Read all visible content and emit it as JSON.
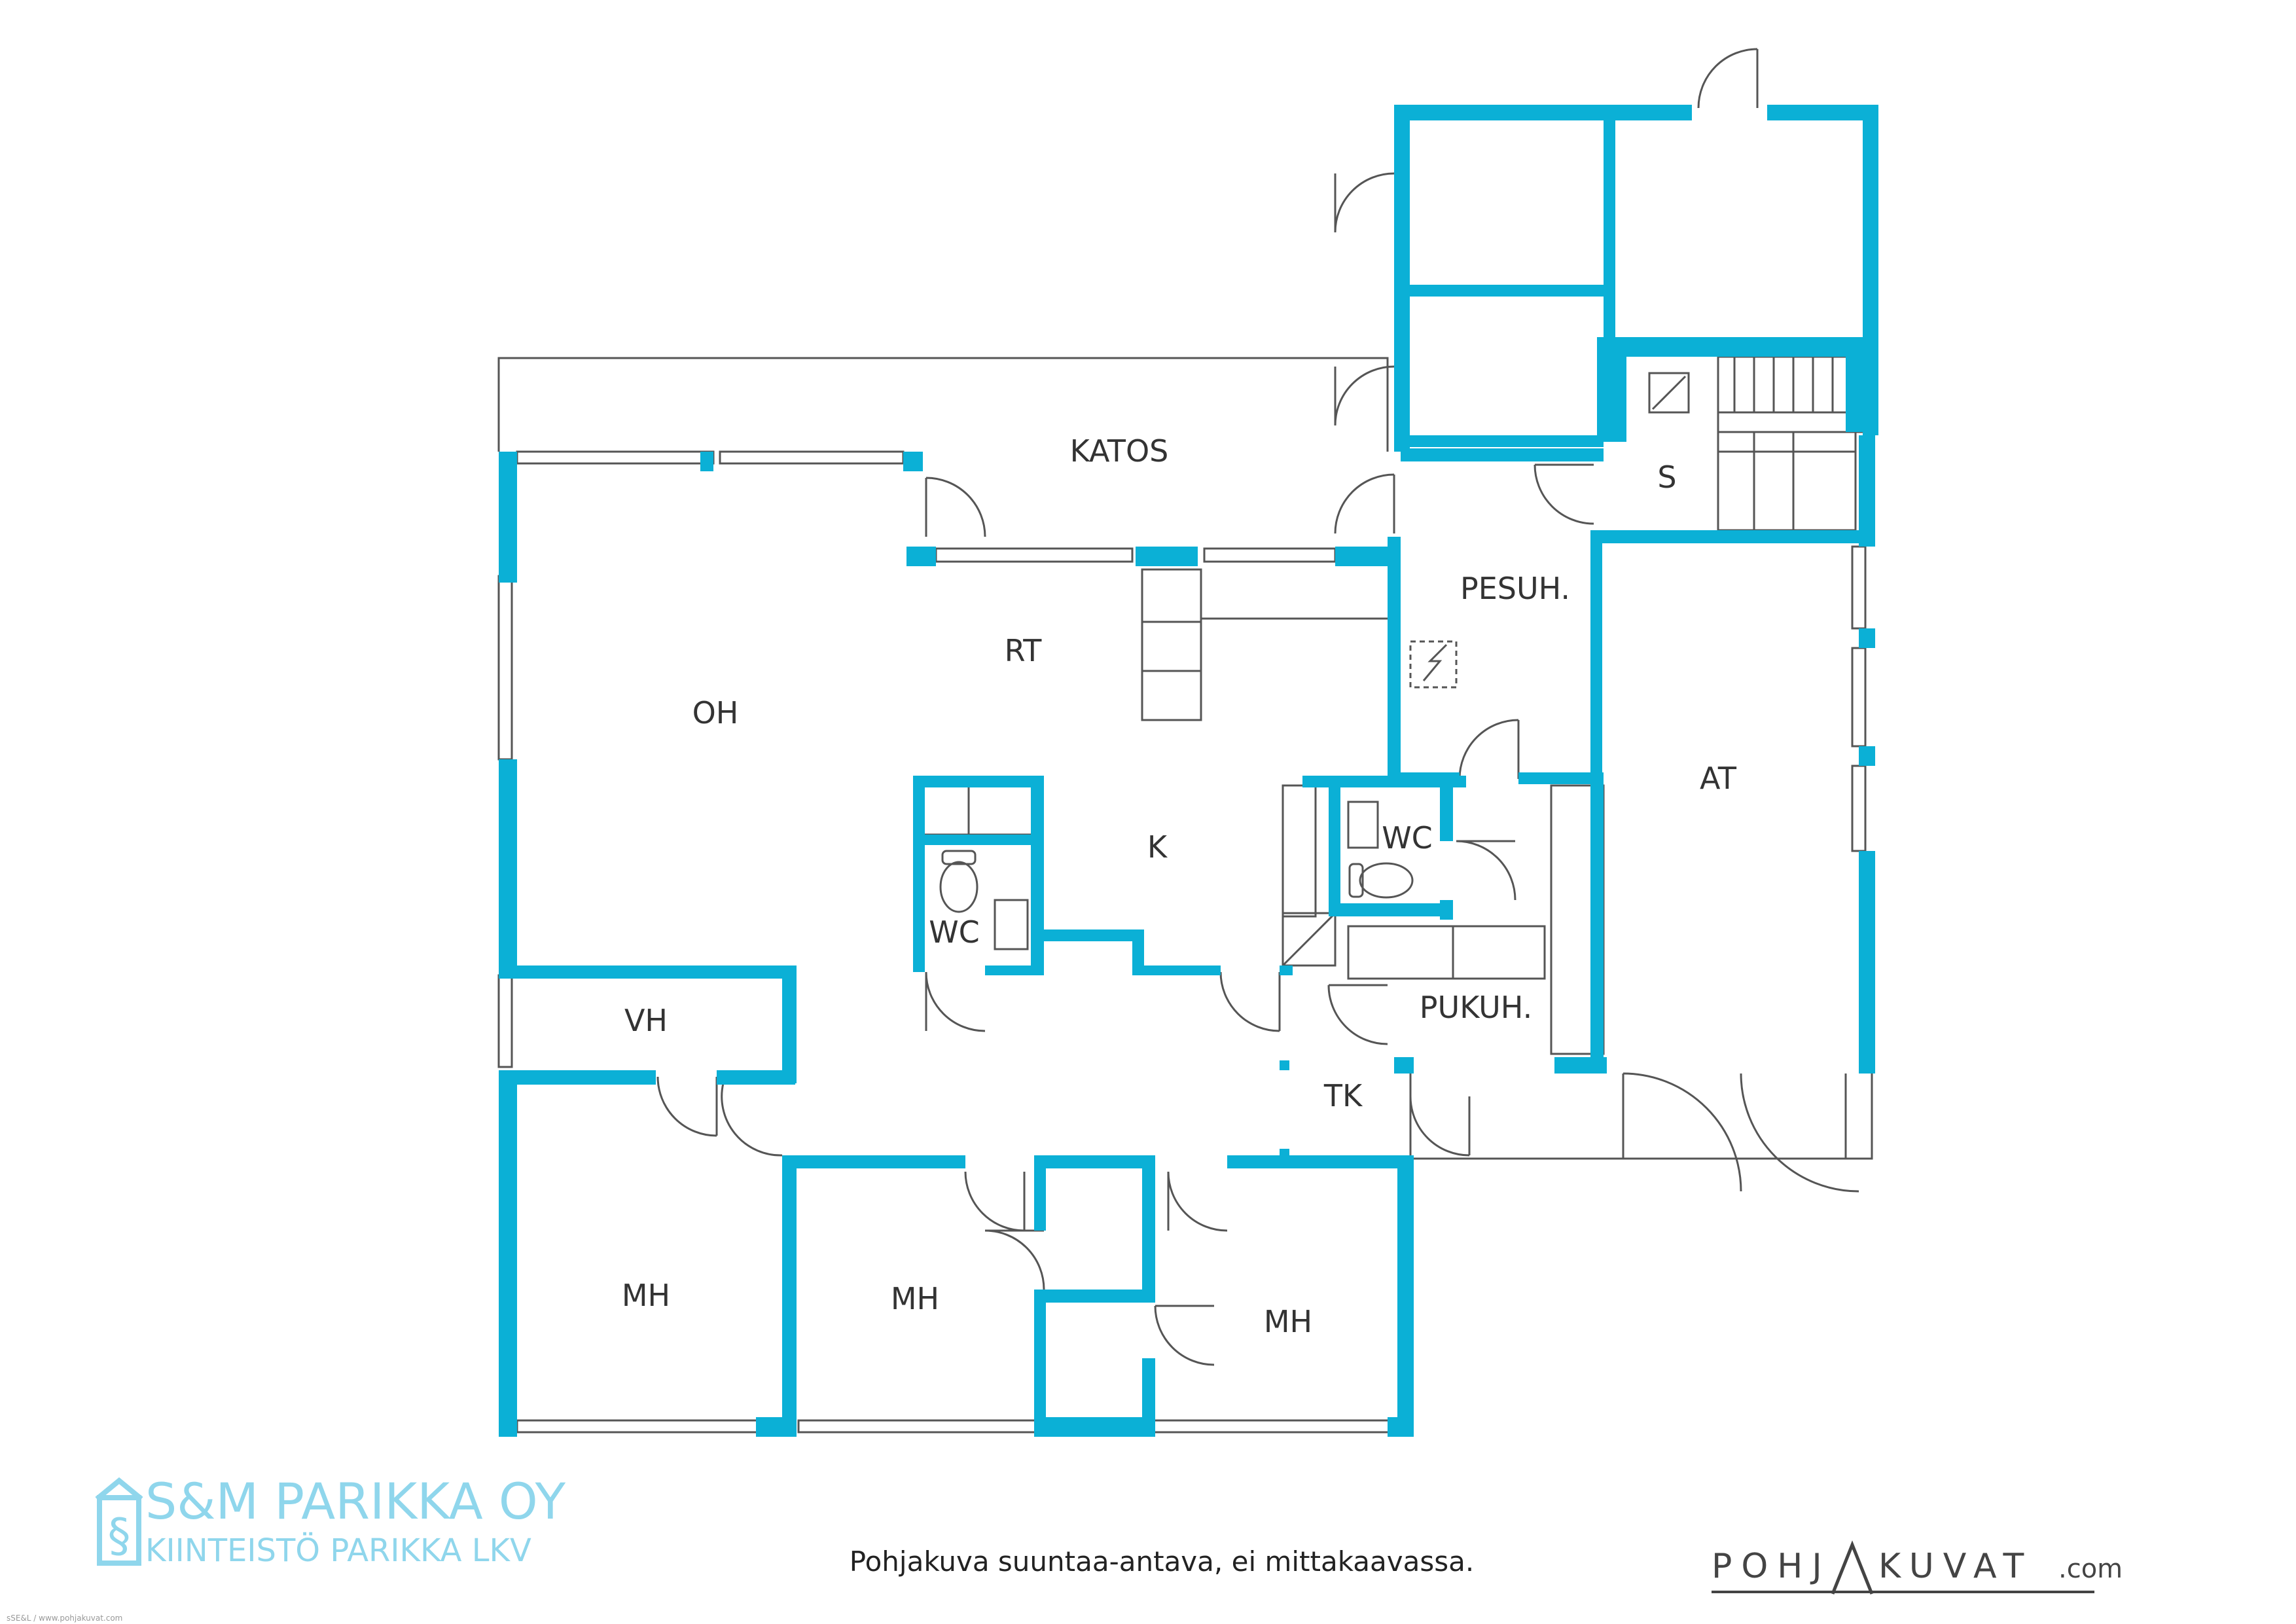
{
  "colors": {
    "wall": "#0bb0d6",
    "thin_line": "#555555",
    "logo": "#8fd6ec"
  },
  "rooms": {
    "katos": "KATOS",
    "rt": "RT",
    "oh": "OH",
    "k": "K",
    "wc_left": "WC",
    "wc_right": "WC",
    "vh": "VH",
    "mh_1": "MH",
    "mh_2": "MH",
    "mh_3": "MH",
    "tk": "TK",
    "pukuh": "PUKUH.",
    "pesuh": "PESUH.",
    "at": "AT",
    "s": "S"
  },
  "caption": "Pohjakuva suuntaa-antava, ei mittakaavassa.",
  "agency_logo": {
    "name": "S&M PARIKKA OY",
    "subtitle": "KIINTEISTÖ PARIKKA LKV",
    "icon": "house-paragraph-icon"
  },
  "brand_logo": {
    "left": "POHJ",
    "right": "KUVAT",
    "suffix": ".com"
  },
  "watermark": "sSE&L / www.pohjakuvat.com"
}
